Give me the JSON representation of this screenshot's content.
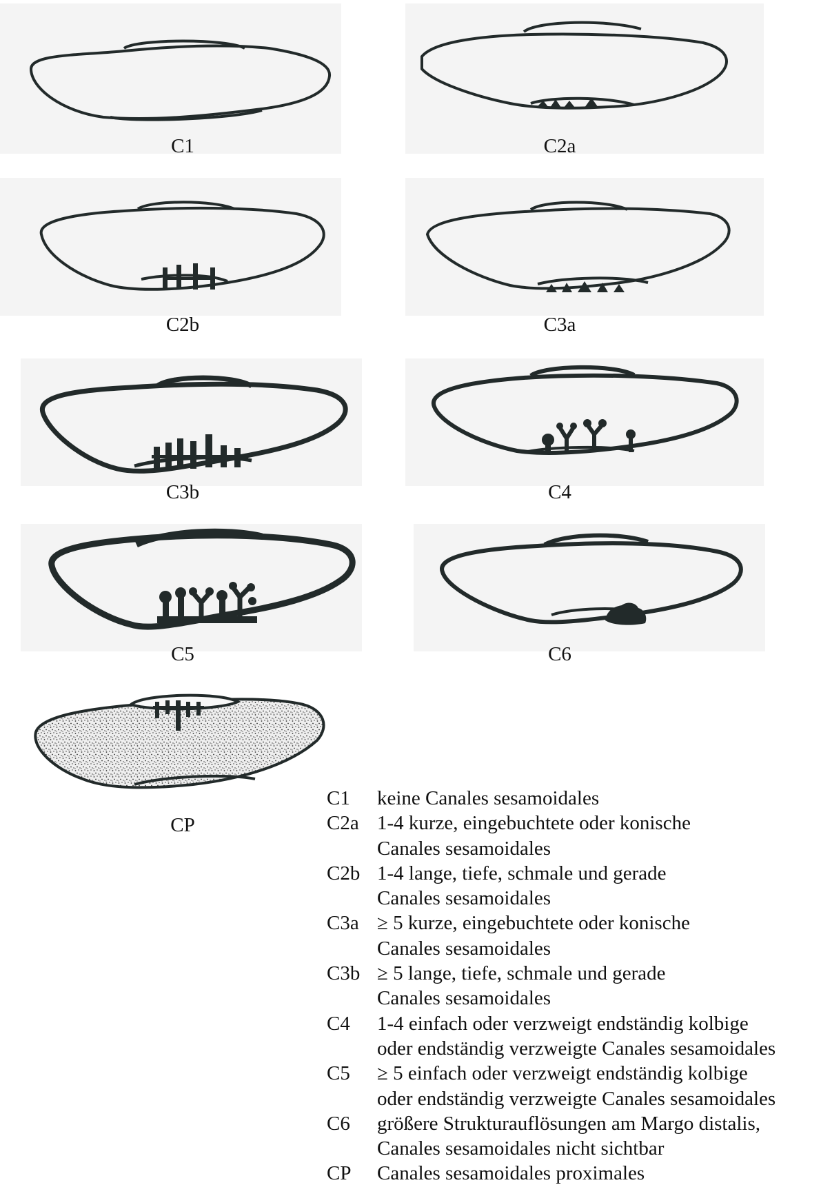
{
  "figures": [
    {
      "id": "C1",
      "label": "C1"
    },
    {
      "id": "C2a",
      "label": "C2a"
    },
    {
      "id": "C2b",
      "label": "C2b"
    },
    {
      "id": "C3a",
      "label": "C3a"
    },
    {
      "id": "C3b",
      "label": "C3b"
    },
    {
      "id": "C4",
      "label": "C4"
    },
    {
      "id": "C5",
      "label": "C5"
    },
    {
      "id": "C6",
      "label": "C6"
    },
    {
      "id": "CP",
      "label": "CP"
    }
  ],
  "legend": [
    {
      "code": "C1",
      "text": [
        "keine Canales sesamoidales"
      ]
    },
    {
      "code": "C2a",
      "text": [
        "1-4 kurze, eingebuchtete oder konische",
        "Canales sesamoidales"
      ]
    },
    {
      "code": "C2b",
      "text": [
        "1-4 lange, tiefe, schmale und gerade",
        "Canales sesamoidales"
      ]
    },
    {
      "code": "C3a",
      "text": [
        "≥ 5 kurze, eingebuchtete oder konische",
        "Canales sesamoidales"
      ]
    },
    {
      "code": "C3b",
      "text": [
        "≥ 5 lange, tiefe, schmale und gerade",
        "Canales sesamoidales"
      ]
    },
    {
      "code": "C4",
      "text": [
        "1-4 einfach oder verzweigt endständig kolbige",
        "oder endständig verzweigte Canales sesamoidales"
      ]
    },
    {
      "code": "C5",
      "text": [
        "≥ 5 einfach oder verzweigt endständig kolbige",
        "oder endständig verzweigte Canales sesamoidales"
      ]
    },
    {
      "code": "C6",
      "text": [
        "größere Strukturauflösungen am Margo distalis,",
        "Canales sesamoidales nicht sichtbar"
      ]
    },
    {
      "code": "CP",
      "text": [
        "Canales sesamoidales proximales"
      ]
    }
  ],
  "colors": {
    "ink": "#222a2a",
    "panel": "#f4f4f4",
    "stipple": "#e6e6e6"
  }
}
